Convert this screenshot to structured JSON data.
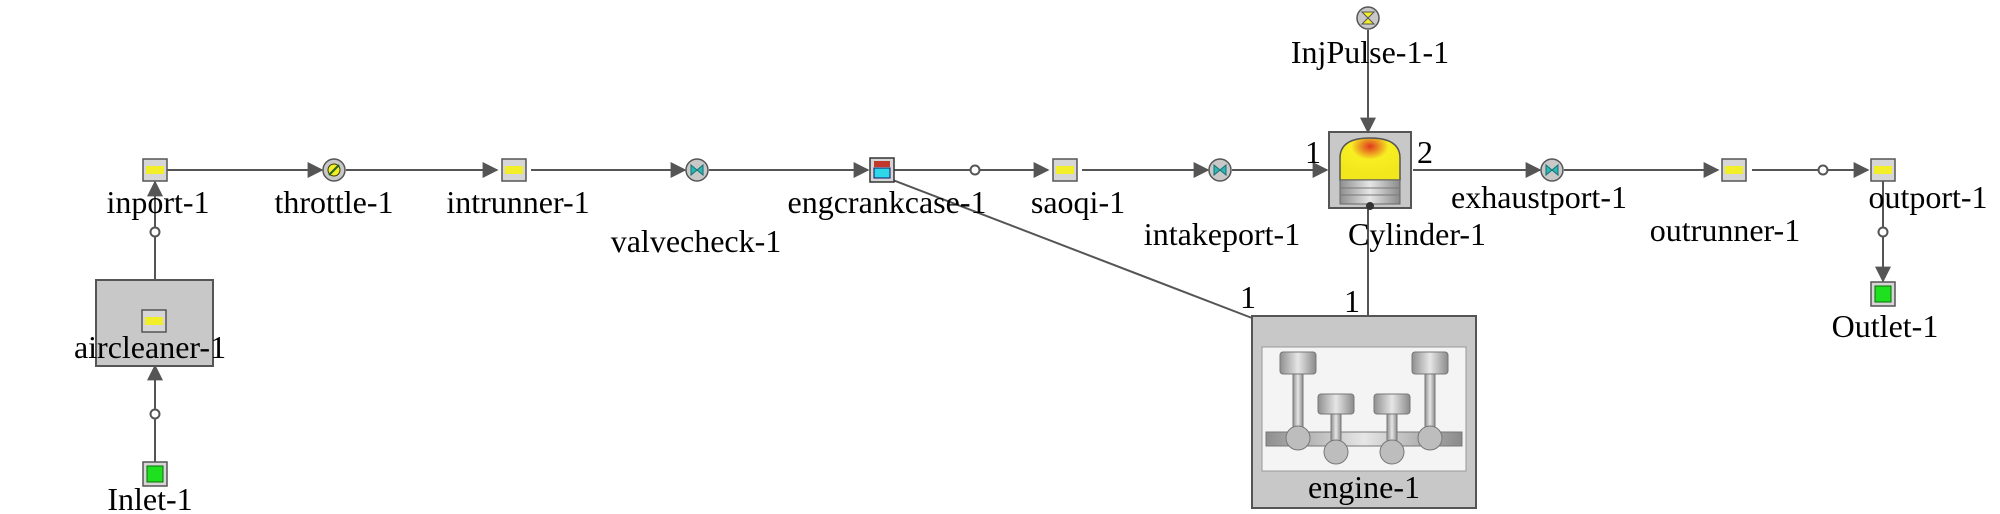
{
  "components": {
    "inport": {
      "label": "inport-1",
      "kind": "pipe-icon"
    },
    "throttle": {
      "label": "throttle-1",
      "kind": "throttle-icon"
    },
    "intrunner": {
      "label": "intrunner-1",
      "kind": "pipe-icon"
    },
    "valvecheck": {
      "label": "valvecheck-1",
      "kind": "orifice-icon"
    },
    "engcrankcase": {
      "label": "engcrankcase-1",
      "kind": "crankcase-icon"
    },
    "saoqi": {
      "label": "saoqi-1",
      "kind": "pipe-icon"
    },
    "intakeport": {
      "label": "intakeport-1",
      "kind": "orifice-icon"
    },
    "cylinder": {
      "label": "Cylinder-1",
      "kind": "cylinder-icon"
    },
    "injpulse": {
      "label": "InjPulse-1-1",
      "kind": "injector-icon"
    },
    "exhaustport": {
      "label": "exhaustport-1",
      "kind": "orifice-icon"
    },
    "outrunner": {
      "label": "outrunner-1",
      "kind": "pipe-icon"
    },
    "outport": {
      "label": "outport-1",
      "kind": "pipe-icon"
    },
    "outlet": {
      "label": "Outlet-1",
      "kind": "boundary-icon"
    },
    "aircleaner": {
      "label": "aircleaner-1",
      "kind": "pipe-icon"
    },
    "inlet": {
      "label": "Inlet-1",
      "kind": "boundary-icon"
    },
    "engine": {
      "label": "engine-1",
      "kind": "engine-icon"
    }
  },
  "port_numbers": {
    "cylinder_in": "1",
    "cylinder_out": "2",
    "engine_crank_link": "1",
    "engine_cyl_link": "1"
  },
  "colors": {
    "pipe_fill": "#f2ee2a",
    "boundary_fill": "#1fe01f",
    "orifice_fill": "#2ab7b7",
    "crankcase_fill": "#2fd8e8",
    "box_fill": "#c8c8c8",
    "wire": "#555555"
  }
}
